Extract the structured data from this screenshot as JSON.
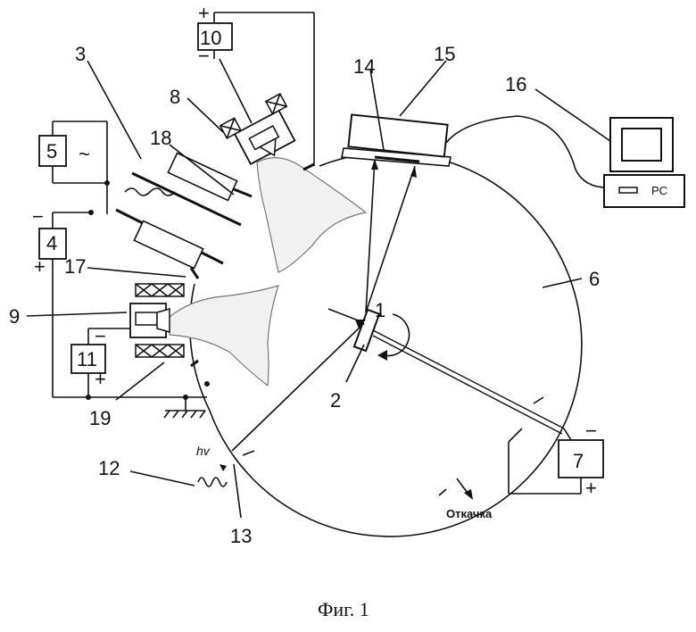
{
  "labels": {
    "n1": "1",
    "n2": "2",
    "n3": "3",
    "n4": "4",
    "n5": "5",
    "n6": "6",
    "n7": "7",
    "n8": "8",
    "n9": "9",
    "n10": "10",
    "n11": "11",
    "n12": "12",
    "n13": "13",
    "n14": "14",
    "n15": "15",
    "n16": "16",
    "n17": "17",
    "n18": "18",
    "n19": "19"
  },
  "signs": {
    "plus": "+",
    "minus": "−",
    "tilde": "~"
  },
  "pc_label": "PC",
  "pump_label": "Откачка",
  "hv_label": "hv",
  "caption": "Фиг. 1"
}
